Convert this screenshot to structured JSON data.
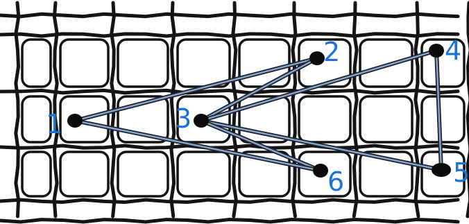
{
  "diagram": {
    "points": [
      {
        "id": "1",
        "label": "1"
      },
      {
        "id": "2",
        "label": "2"
      },
      {
        "id": "3",
        "label": "3"
      },
      {
        "id": "4",
        "label": "4"
      },
      {
        "id": "5",
        "label": "5"
      },
      {
        "id": "6",
        "label": "6"
      }
    ],
    "stitches": [
      {
        "from": "1",
        "to": "2"
      },
      {
        "from": "2",
        "to": "3"
      },
      {
        "from": "3",
        "to": "4"
      },
      {
        "from": "4",
        "to": "5"
      },
      {
        "from": "5",
        "to": "3"
      },
      {
        "from": "3",
        "to": "6"
      },
      {
        "from": "6",
        "to": "1"
      }
    ],
    "colors": {
      "canvas_grid": "#141414",
      "thread": "#8aa6c8",
      "thread_outline": "#1e2433",
      "hole": "#0b0b0b",
      "label": "#1a73d9"
    }
  }
}
